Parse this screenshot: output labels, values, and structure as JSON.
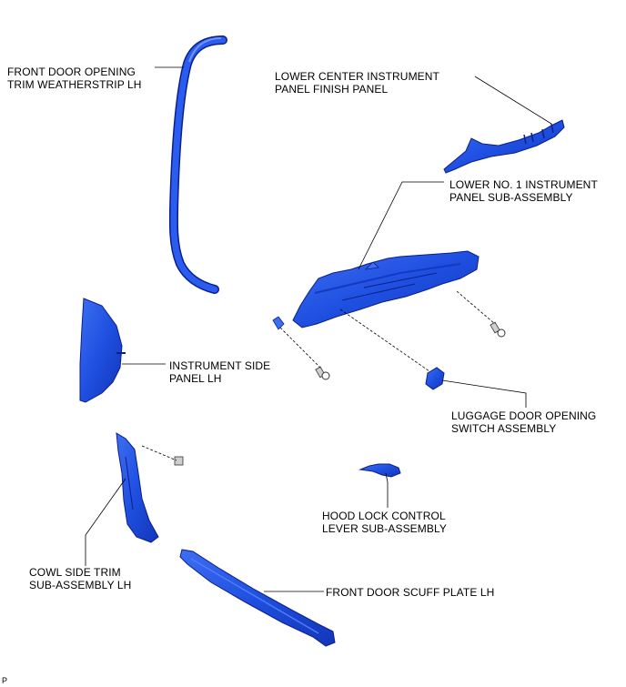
{
  "colors": {
    "part_blue": "#1f4fe0",
    "part_edge": "#0b1f8a",
    "part_highlight": "#4f7df5",
    "leader": "#000000",
    "bolt_gray": "#8a8a8a"
  },
  "labels": {
    "weatherstrip": [
      "FRONT DOOR OPENING",
      "TRIM WEATHERSTRIP LH"
    ],
    "finish_panel": [
      "LOWER CENTER INSTRUMENT",
      "PANEL FINISH PANEL"
    ],
    "lower_panel": [
      "LOWER NO. 1 INSTRUMENT",
      "PANEL SUB-ASSEMBLY"
    ],
    "side_panel": [
      "INSTRUMENT SIDE",
      "PANEL LH"
    ],
    "luggage_switch": [
      "LUGGAGE DOOR OPENING",
      "SWITCH ASSEMBLY"
    ],
    "hood_lever": [
      "HOOD LOCK CONTROL",
      "LEVER SUB-ASSEMBLY"
    ],
    "cowl_trim": [
      "COWL SIDE TRIM",
      "SUB-ASSEMBLY LH"
    ],
    "scuff_plate": [
      "FRONT DOOR SCUFF PLATE LH"
    ]
  },
  "reference_mark": "P"
}
